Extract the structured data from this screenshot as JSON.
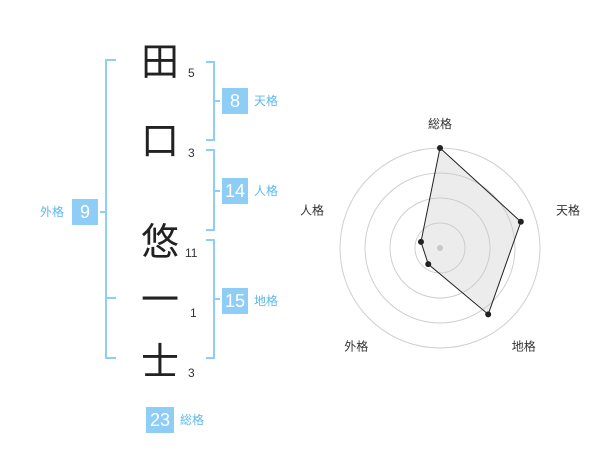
{
  "name_chars": [
    "田",
    "口",
    "悠",
    "一",
    "士"
  ],
  "strokes": [
    "5",
    "3",
    "11",
    "1",
    "3"
  ],
  "fortunes": {
    "tenkaku": {
      "value": "8",
      "label": "天格"
    },
    "jinkaku": {
      "value": "14",
      "label": "人格"
    },
    "chikaku": {
      "value": "15",
      "label": "地格"
    },
    "gaikaku": {
      "value": "9",
      "label": "外格"
    },
    "soukaku": {
      "value": "23",
      "label": "総格"
    }
  },
  "radar": {
    "axes": [
      "総格",
      "天格",
      "地格",
      "外格",
      "人格"
    ],
    "values": [
      1.0,
      0.85,
      0.82,
      0.2,
      0.2
    ],
    "rings": 4
  },
  "colors": {
    "accent": "#8ecdf6",
    "bracket": "#8ecdf6",
    "label": "#5bb8ec"
  }
}
